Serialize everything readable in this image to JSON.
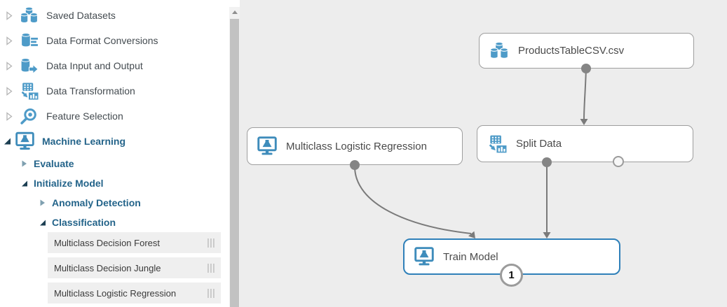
{
  "colors": {
    "icon_blue": "#4E9BC8",
    "node_icon_blue": "#3E8CBB",
    "selected_node_border": "#2F80B9",
    "tree_bold_text": "#24648A",
    "canvas_background": "#EDEDED"
  },
  "sidebar": {
    "tree": [
      {
        "label": "Saved Datasets",
        "icon": "saved-datasets-icon",
        "state": "collapsed"
      },
      {
        "label": "Data Format Conversions",
        "icon": "data-format-conversions-icon",
        "state": "collapsed"
      },
      {
        "label": "Data Input and Output",
        "icon": "data-input-output-icon",
        "state": "collapsed"
      },
      {
        "label": "Data Transformation",
        "icon": "data-transformation-icon",
        "state": "collapsed"
      },
      {
        "label": "Feature Selection",
        "icon": "feature-selection-icon",
        "state": "collapsed"
      },
      {
        "label": "Machine Learning",
        "icon": "machine-learning-icon",
        "state": "expanded"
      },
      {
        "label": "Evaluate",
        "state": "collapsed"
      },
      {
        "label": "Initialize Model",
        "state": "expanded"
      },
      {
        "label": "Anomaly Detection",
        "state": "collapsed"
      },
      {
        "label": "Classification",
        "state": "expanded"
      }
    ],
    "modules": [
      {
        "label": "Multiclass Decision Forest"
      },
      {
        "label": "Multiclass Decision Jungle"
      },
      {
        "label": "Multiclass Logistic Regression"
      }
    ]
  },
  "canvas": {
    "nodes": [
      {
        "label": "ProductsTableCSV.csv",
        "icon": "saved-datasets-icon",
        "selected": false
      },
      {
        "label": "Multiclass Logistic Regression",
        "icon": "machine-learning-icon",
        "selected": false
      },
      {
        "label": "Split Data",
        "icon": "data-transformation-icon",
        "selected": false
      },
      {
        "label": "Train Model",
        "icon": "machine-learning-icon",
        "selected": true,
        "badge": "1"
      }
    ],
    "connections": [
      {
        "from": "ProductsTableCSV.csv",
        "to": "Split Data"
      },
      {
        "from": "Multiclass Logistic Regression",
        "to": "Train Model"
      },
      {
        "from": "Split Data",
        "to": "Train Model"
      }
    ]
  }
}
